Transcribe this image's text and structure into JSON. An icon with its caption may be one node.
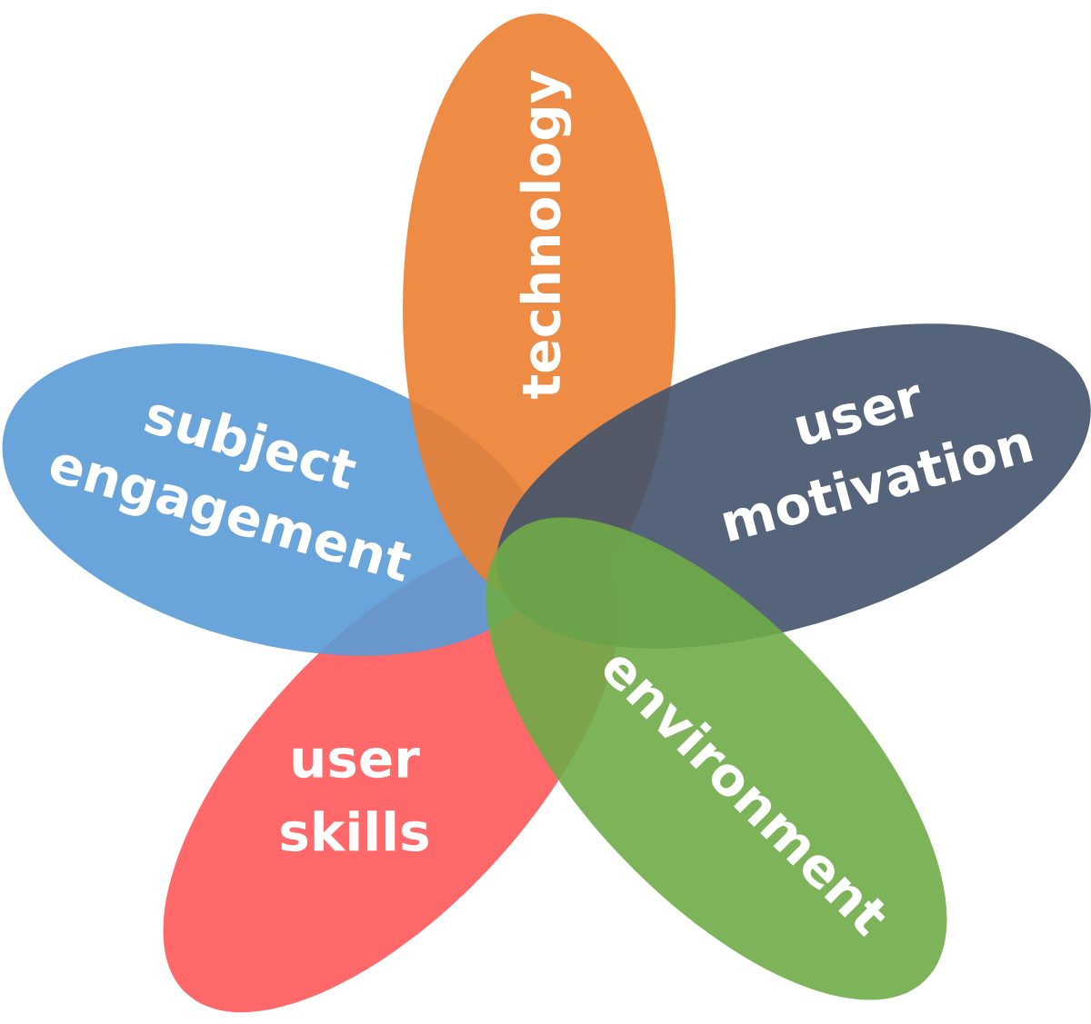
{
  "diagram": {
    "nodes": [
      {
        "text": [
          "technology"
        ]
      },
      {
        "text": [
          "subject engagement"
        ]
      },
      {
        "text": [
          "user motivation"
        ]
      },
      {
        "text": [
          "user skills"
        ]
      },
      {
        "text": [
          "environment"
        ]
      }
    ]
  }
}
